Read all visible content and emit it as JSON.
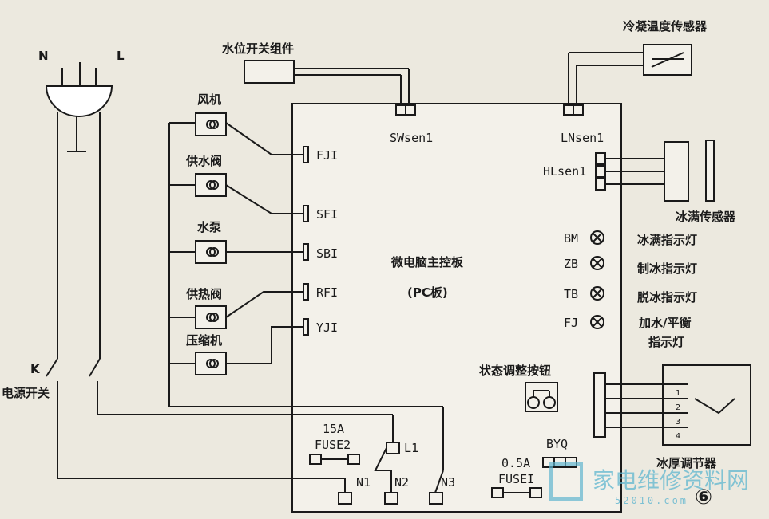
{
  "mains": {
    "neutral": "N",
    "live": "L"
  },
  "switch": {
    "symbol": "K",
    "label": "电源开关"
  },
  "water_level_switch": "水位开关组件",
  "condense_sensor": "冷凝温度传感器",
  "board": {
    "name": "微电脑主控板",
    "sub": "(PC板)"
  },
  "connectors": {
    "swsen": "SWsen1",
    "lnsen": "LNsen1",
    "hlsen": "HLsen1",
    "fji": "FJI",
    "sfi": "SFI",
    "sbi": "SBI",
    "rfi": "RFI",
    "yji": "YJI",
    "l1": "L1",
    "n1": "N1",
    "n2": "N2",
    "n3": "N3",
    "byq": "BYQ"
  },
  "loads": [
    "风机",
    "供水阀",
    "水泵",
    "供热阀",
    "压缩机"
  ],
  "ice_full_sensor": "冰满传感器",
  "indicators": [
    {
      "code": "BM",
      "label": "冰满指示灯"
    },
    {
      "code": "ZB",
      "label": "制冰指示灯"
    },
    {
      "code": "TB",
      "label": "脱冰指示灯"
    },
    {
      "code": "FJ",
      "label": "加水/平衡"
    }
  ],
  "indicator_label_cont": "指示灯",
  "status_button": "状态调整按钮",
  "ice_thickness": {
    "label": "冰厚调节器",
    "pins": [
      "1",
      "2",
      "3",
      "4"
    ]
  },
  "fuse2": {
    "rating": "15A",
    "name": "FUSE2"
  },
  "fuse1": {
    "rating": "0.5A",
    "name": "FUSEI"
  },
  "figure_number": "⑥",
  "watermark": {
    "text": "家电维修资料网",
    "url": "52010.com"
  }
}
